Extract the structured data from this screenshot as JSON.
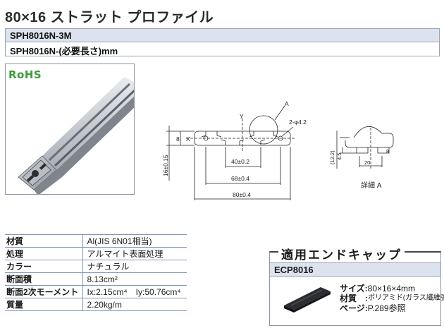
{
  "title": "80×16 ストラット プロファイル",
  "part_numbers": [
    "SPH8016N-3M",
    "SPH8016N-(必要長さ)mm"
  ],
  "badge": "RoHS",
  "drawing": {
    "label_y": "Y",
    "label_x": "X",
    "label_a": "A",
    "hole": "2-φ4.2",
    "height": "16±0.15",
    "height_inner": "8",
    "dim1": "40±0.2",
    "dim2": "68±0.4",
    "dim3": "80±0.4"
  },
  "detail": {
    "label": "詳細 A",
    "dim_left": "(12.2)",
    "dim_slot": "4.5",
    "dim_slot_tol": "+0.2 0",
    "dim_width": "20",
    "dim_width_tol": "+0.4 0",
    "dim_open": "8",
    "dim_open_tol": "+0.4 0"
  },
  "specs": [
    {
      "key": "材質",
      "value": "Al(JIS 6N01相当)"
    },
    {
      "key": "処理",
      "value": "アルマイト表面処理"
    },
    {
      "key": "カラー",
      "value": "ナチュラル"
    },
    {
      "key": "断面積",
      "value": "8.13cm²"
    },
    {
      "key": "断面2次モーメント",
      "value": "Ix:2.15cm⁴　Iy:50.76cm⁴"
    },
    {
      "key": "質量",
      "value": "2.20kg/m"
    }
  ],
  "endcap": {
    "title": "適用エンドキャップ",
    "code": "ECP8016",
    "size_key": "サイズ:",
    "size_value": "80×16×4mm",
    "material_key": "材質　:",
    "material_value": "ポリアミド(ガラス繊維強化)",
    "page_key": "ページ:",
    "page_value": "P.289参照"
  }
}
